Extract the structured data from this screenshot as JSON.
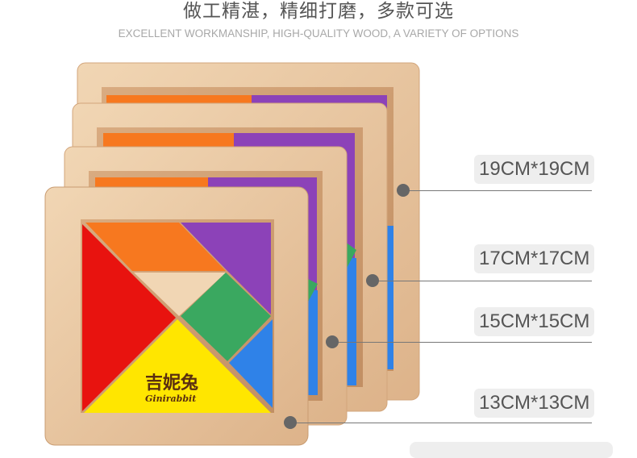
{
  "header": {
    "title": "做工精湛，精细打磨，多款可选",
    "subtitle": "EXCELLENT WORKMANSHIP, HIGH-QUALITY WOOD, A VARIETY OF OPTIONS"
  },
  "sizes": [
    "19CM*19CM",
    "17CM*17CM",
    "15CM*15CM",
    "13CM*13CM"
  ],
  "brand": {
    "name_cn": "吉妮兔",
    "name_en": "Ginirabbit"
  },
  "colors": {
    "wood": "#e8c9a5",
    "wood_dark": "#c9a27c",
    "red": "#e8130f",
    "orange": "#f7781f",
    "purple": "#8c42b8",
    "green": "#3aa860",
    "blue": "#2f82e8",
    "yellow": "#ffe600"
  }
}
